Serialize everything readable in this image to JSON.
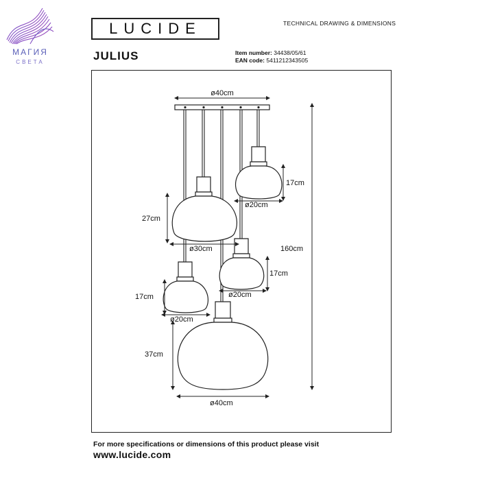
{
  "watermark": {
    "brand_line1": "МАГИЯ",
    "brand_line2": "СВЕТА"
  },
  "header": {
    "logo_text": "LUCIDE",
    "doc_type": "TECHNICAL DRAWING & DIMENSIONS",
    "product_name": "JULIUS",
    "item_label": "Item number:",
    "item_value": "34438/05/61",
    "ean_label": "EAN code:",
    "ean_value": "5411212343505"
  },
  "dimensions": {
    "canopy_width": "ø40cm",
    "total_height": "160cm",
    "small_top_height": "17cm",
    "small_top_diameter": "ø20cm",
    "medium_height": "27cm",
    "medium_diameter": "ø30cm",
    "small_mid_height": "17cm",
    "small_mid_diameter": "ø20cm",
    "small_left_height": "17cm",
    "small_left_diameter": "ø20cm",
    "large_height": "37cm",
    "large_diameter": "ø40cm"
  },
  "footer": {
    "text": "For more specifications or dimensions of this product please visit",
    "url": "www.lucide.com"
  }
}
